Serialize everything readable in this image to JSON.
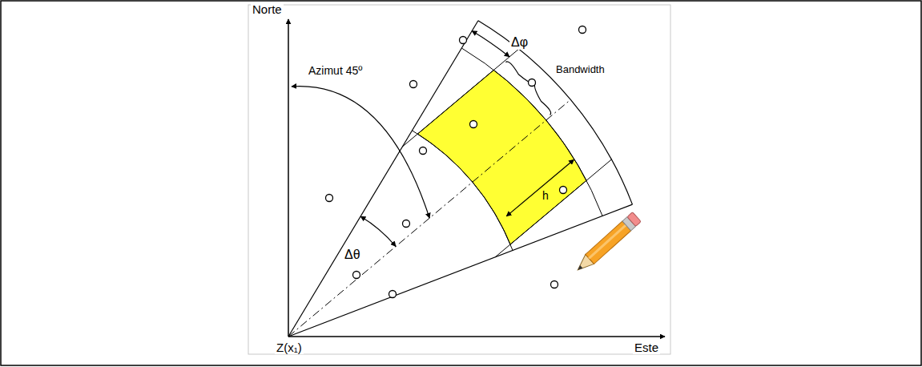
{
  "diagram": {
    "labels": [
      "Norte",
      "Azimut 45º",
      "Δφ",
      "Bandwidth",
      "h",
      "Δθ",
      "Z(x₁)",
      "Este"
    ]
  }
}
